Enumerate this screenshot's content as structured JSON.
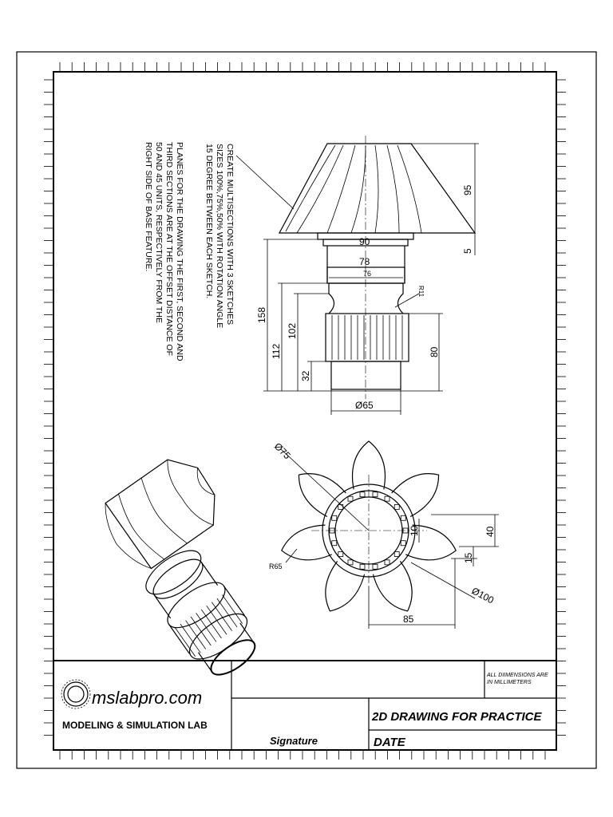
{
  "notes": {
    "multisection": [
      "CREATE MULTISECTIONS WITH 3 SKETCHES",
      "SIZES 100%,75%,50% WITH ROTATION ANGLE",
      "15 DEGREE BETWEEN EACH SKETCH."
    ],
    "planes": [
      "PLANES FOR THE DRAWING THE FIRST, SECOND AND",
      "THIRD SECTIONS ARE AT THE OFFSET DISTANCE OF",
      "50 AND 45 UNITS, RESPECTIVELY FROM THE",
      "RIGHT SIDE OF BASE FEATURE."
    ]
  },
  "dimensions": {
    "d95": "95",
    "d5": "5",
    "d90": "90",
    "d78": "78",
    "d76": "76",
    "r11": "R11",
    "d158": "158",
    "d112": "112",
    "d102": "102",
    "d32": "32",
    "d80": "80",
    "phi65": "Ø65",
    "phi75": "Ø75",
    "d40": "40",
    "d10": "10",
    "d15": "15",
    "r65": "R65",
    "phi100": "Ø100",
    "d85": "85"
  },
  "title_block": {
    "logo_text": "mslabpro.com",
    "lab_name": "MODELING & SIMULATION LAB",
    "signature": "Signature",
    "dims_note": [
      "ALL DIIMENSIONS ARE",
      "IN MILLIMETERS"
    ],
    "title": "2D DRAWING FOR PRACTICE",
    "date": "DATE"
  }
}
